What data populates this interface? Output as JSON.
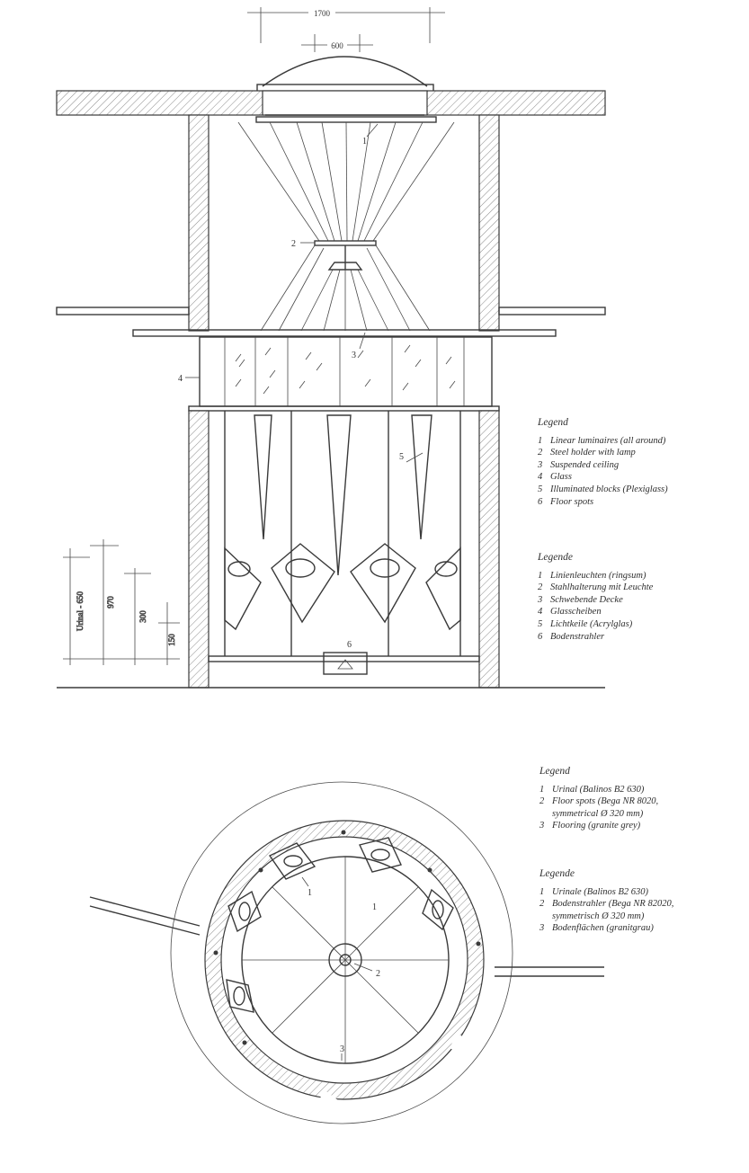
{
  "section_drawing": {
    "dimensions": {
      "overall_width": "1700",
      "dome_width": "600",
      "urinal_height": "Urinal - 650",
      "height_970": "970",
      "height_300": "300",
      "height_150": "150"
    },
    "callouts": [
      "1",
      "2",
      "3",
      "4",
      "5",
      "6"
    ],
    "legend_en": {
      "title": "Legend",
      "items": [
        {
          "num": "1",
          "text": "Linear luminaires (all around)"
        },
        {
          "num": "2",
          "text": "Steel holder with lamp"
        },
        {
          "num": "3",
          "text": "Suspended ceiling"
        },
        {
          "num": "4",
          "text": "Glass"
        },
        {
          "num": "5",
          "text": "Illuminated blocks (Plexiglass)"
        },
        {
          "num": "6",
          "text": "Floor spots"
        }
      ]
    },
    "legend_de": {
      "title": "Legende",
      "items": [
        {
          "num": "1",
          "text": "Linienleuchten (ringsum)"
        },
        {
          "num": "2",
          "text": "Stahlhalterung mit Leuchte"
        },
        {
          "num": "3",
          "text": "Schwebende Decke"
        },
        {
          "num": "4",
          "text": "Glasscheiben"
        },
        {
          "num": "5",
          "text": "Lichtkeile (Acrylglas)"
        },
        {
          "num": "6",
          "text": "Bodenstrahler"
        }
      ]
    }
  },
  "plan_drawing": {
    "callouts": [
      "1",
      "1",
      "2",
      "3"
    ],
    "legend_en": {
      "title": "Legend",
      "items": [
        {
          "num": "1",
          "text": "Urinal (Balinos B2 630)"
        },
        {
          "num": "2",
          "text": "Floor spots (Bega NR 8020,\nsymmetrical Ø 320 mm)"
        },
        {
          "num": "3",
          "text": "Flooring (granite grey)"
        }
      ]
    },
    "legend_de": {
      "title": "Legende",
      "items": [
        {
          "num": "1",
          "text": "Urinale (Balinos B2 630)"
        },
        {
          "num": "2",
          "text": "Bodenstrahler (Bega NR 82020,\nsymmetrisch Ø 320 mm)"
        },
        {
          "num": "3",
          "text": "Bodenflächen (granitgrau)"
        }
      ]
    }
  }
}
